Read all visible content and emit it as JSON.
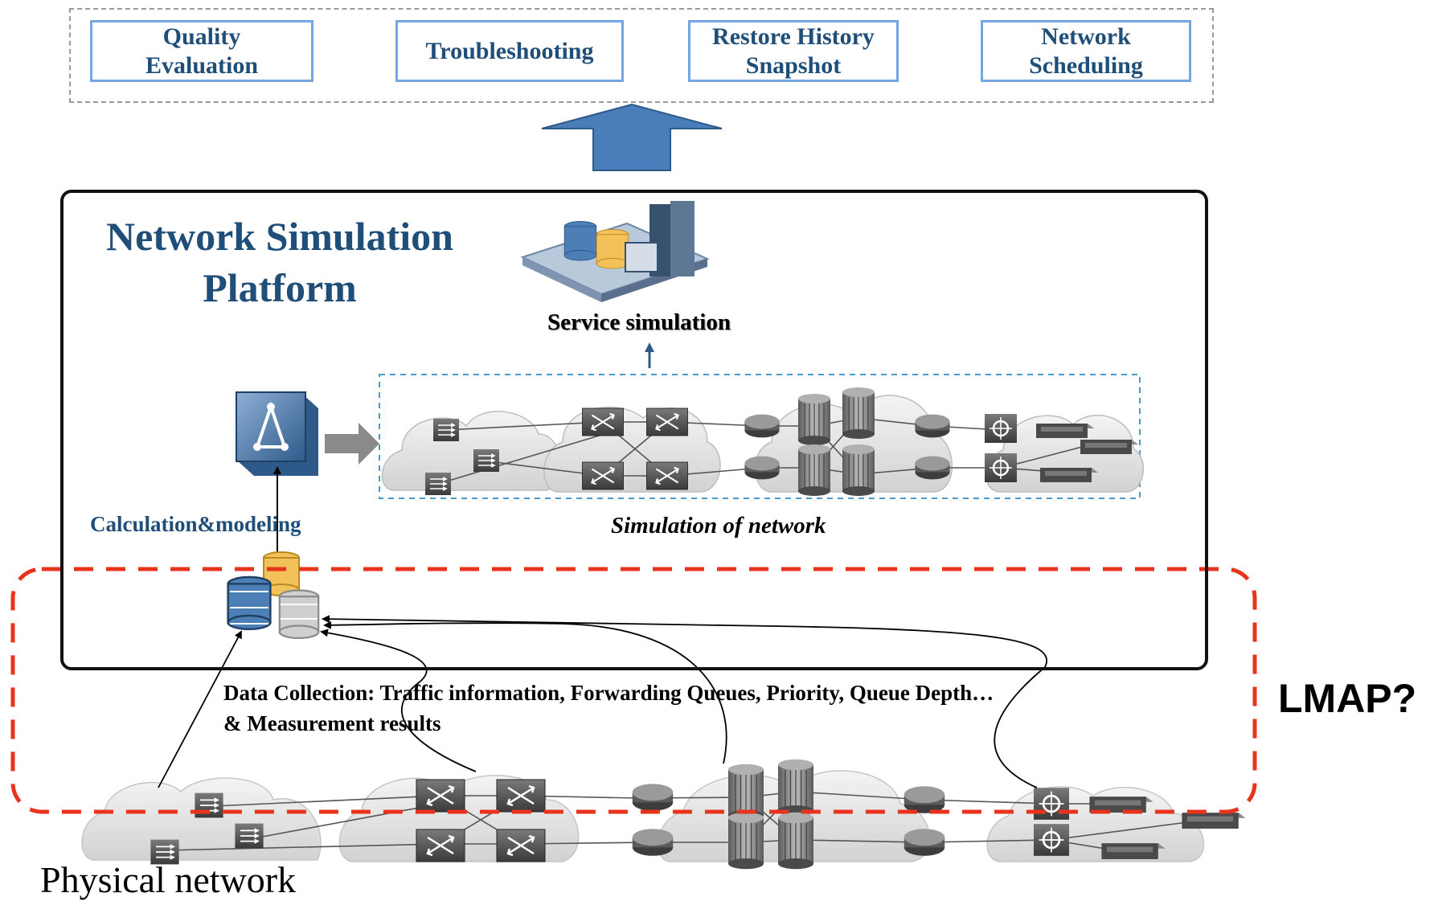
{
  "apps": [
    {
      "id": "quality",
      "label": "Quality\nEvaluation"
    },
    {
      "id": "troubleshooting",
      "label": "Troubleshooting"
    },
    {
      "id": "restore",
      "label": "Restore History\nSnapshot"
    },
    {
      "id": "scheduling",
      "label": "Network\nScheduling"
    }
  ],
  "platform": {
    "title": "Network Simulation\nPlatform",
    "service_label": "Service simulation",
    "calc_label": "Calculation&modeling",
    "sim_label": "Simulation of  network"
  },
  "collection": {
    "text": "Data Collection: Traffic information, Forwarding Queues, Priority, Queue Depth…\n& Measurement results"
  },
  "lmap_label": "LMAP?",
  "physical_label": "Physical network",
  "colors": {
    "accent": "#1f4e79",
    "box_border": "#74a7e2",
    "arrow_fill": "#4a7ebb",
    "lmap_dash": "#e8341c"
  },
  "icons": [
    "server-cabinet-icon",
    "database-icon",
    "router-icon",
    "switch-icon",
    "firewall-icon",
    "cloud-icon",
    "controller-icon"
  ]
}
